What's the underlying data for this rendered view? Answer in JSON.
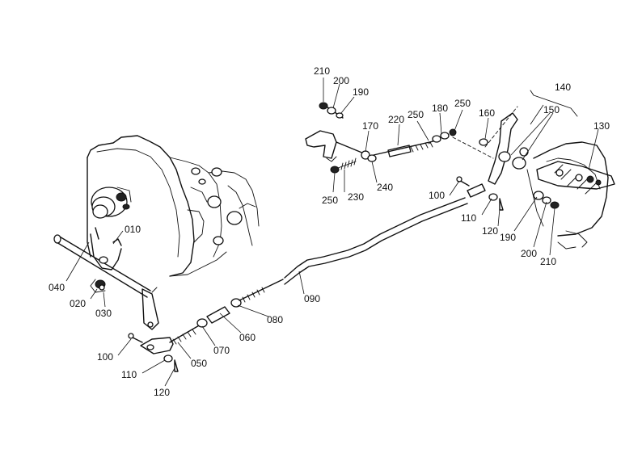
{
  "callouts": [
    {
      "id": "c010",
      "label": "010"
    },
    {
      "id": "c020",
      "label": "020"
    },
    {
      "id": "c030",
      "label": "030"
    },
    {
      "id": "c040",
      "label": "040"
    },
    {
      "id": "c050",
      "label": "050"
    },
    {
      "id": "c060",
      "label": "060"
    },
    {
      "id": "c070",
      "label": "070"
    },
    {
      "id": "c080",
      "label": "080"
    },
    {
      "id": "c090",
      "label": "090"
    },
    {
      "id": "c100a",
      "label": "100"
    },
    {
      "id": "c110a",
      "label": "110"
    },
    {
      "id": "c120a",
      "label": "120"
    },
    {
      "id": "c100b",
      "label": "100"
    },
    {
      "id": "c110b",
      "label": "110"
    },
    {
      "id": "c120b",
      "label": "120"
    },
    {
      "id": "c130",
      "label": "130"
    },
    {
      "id": "c140",
      "label": "140"
    },
    {
      "id": "c150",
      "label": "150"
    },
    {
      "id": "c160",
      "label": "160"
    },
    {
      "id": "c170",
      "label": "170"
    },
    {
      "id": "c180",
      "label": "180"
    },
    {
      "id": "c190a",
      "label": "190"
    },
    {
      "id": "c200a",
      "label": "200"
    },
    {
      "id": "c210a",
      "label": "210"
    },
    {
      "id": "c190b",
      "label": "190"
    },
    {
      "id": "c200b",
      "label": "200"
    },
    {
      "id": "c210b",
      "label": "210"
    },
    {
      "id": "c220",
      "label": "220"
    },
    {
      "id": "c230",
      "label": "230"
    },
    {
      "id": "c240",
      "label": "240"
    },
    {
      "id": "c250a",
      "label": "250"
    },
    {
      "id": "c250b",
      "label": "250"
    },
    {
      "id": "c250c",
      "label": "250"
    }
  ]
}
